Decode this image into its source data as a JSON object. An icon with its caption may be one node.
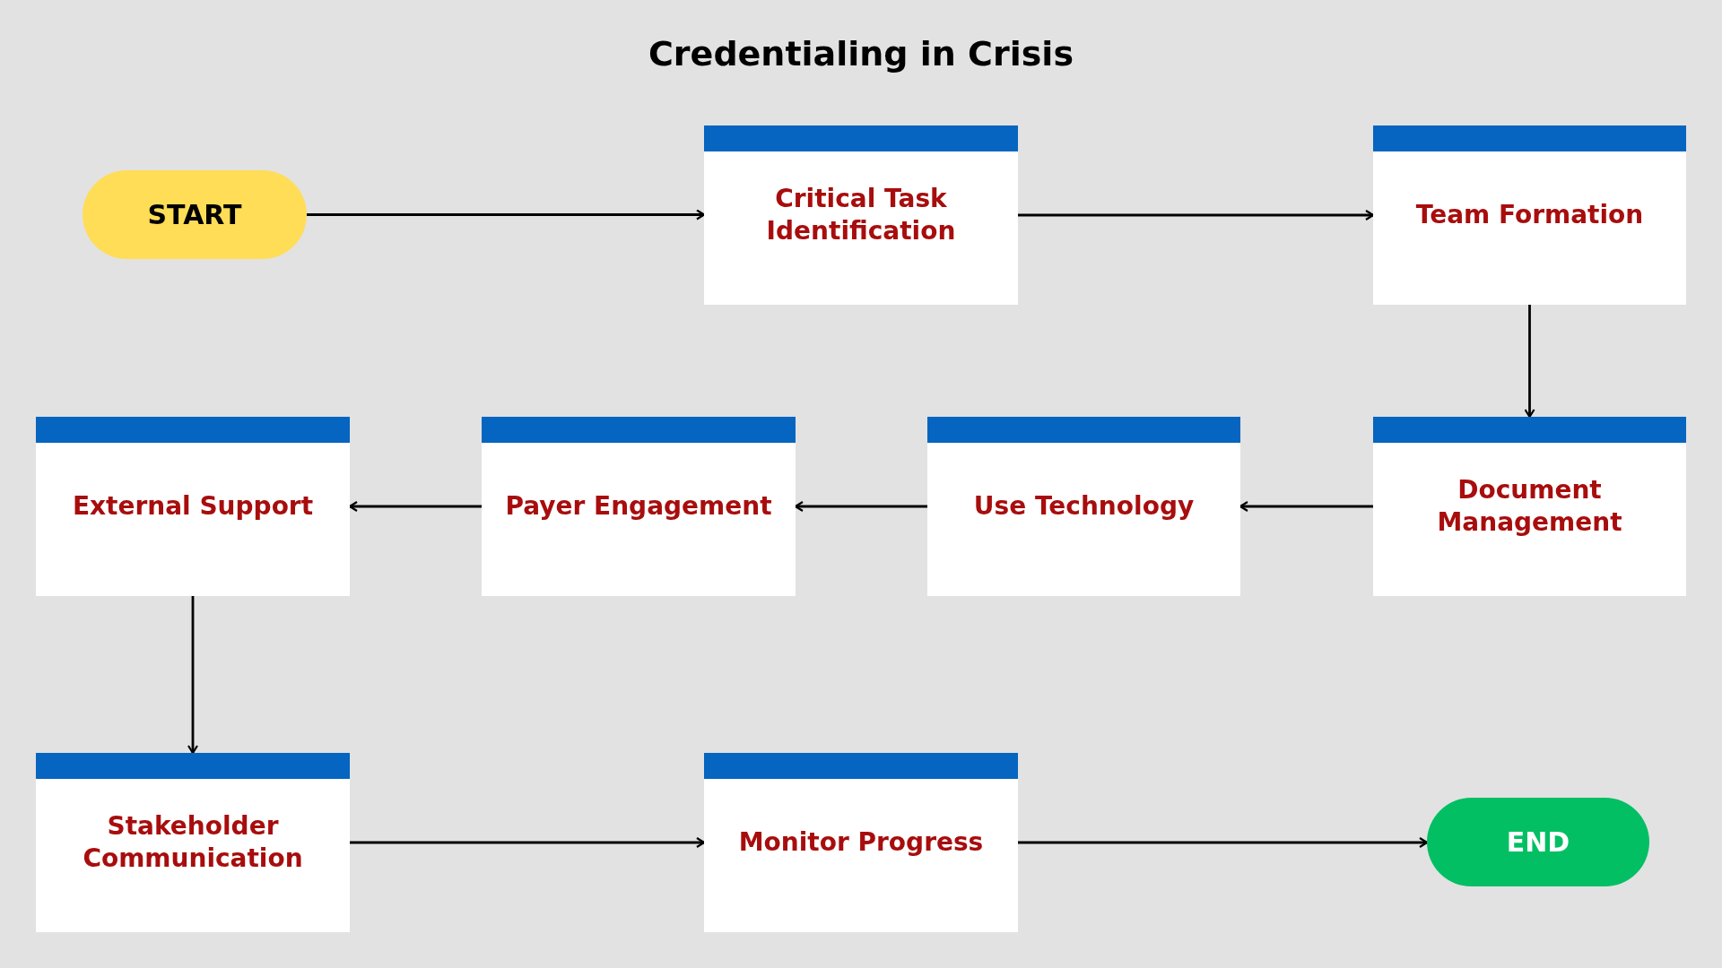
{
  "diagram": {
    "title": "Credentialing in Crisis",
    "nodes": [
      {
        "text": [
          "START"
        ]
      },
      {
        "text": [
          "Critical Task Identification"
        ]
      },
      {
        "text": [
          "Team Formation"
        ]
      },
      {
        "text": [
          "Document Management"
        ]
      },
      {
        "text": [
          "Use Technology"
        ]
      },
      {
        "text": [
          "Payer Engagement"
        ]
      },
      {
        "text": [
          "External Support"
        ]
      },
      {
        "text": [
          "Stakeholder Communication"
        ]
      },
      {
        "text": [
          "Monitor Progress"
        ]
      },
      {
        "text": [
          "END"
        ]
      }
    ],
    "edges": [
      {
        "from": 0,
        "to": 1,
        "arrow": "to"
      },
      {
        "from": 1,
        "to": 2,
        "arrow": "to"
      },
      {
        "from": 2,
        "to": 3,
        "arrow": "to"
      },
      {
        "from": 3,
        "to": 4,
        "arrow": "to"
      },
      {
        "from": 4,
        "to": 5,
        "arrow": "to"
      },
      {
        "from": 5,
        "to": 6,
        "arrow": "to"
      },
      {
        "from": 6,
        "to": 7,
        "arrow": "to"
      },
      {
        "from": 7,
        "to": 8,
        "arrow": "to"
      },
      {
        "from": 8,
        "to": 9,
        "arrow": "to"
      }
    ]
  }
}
